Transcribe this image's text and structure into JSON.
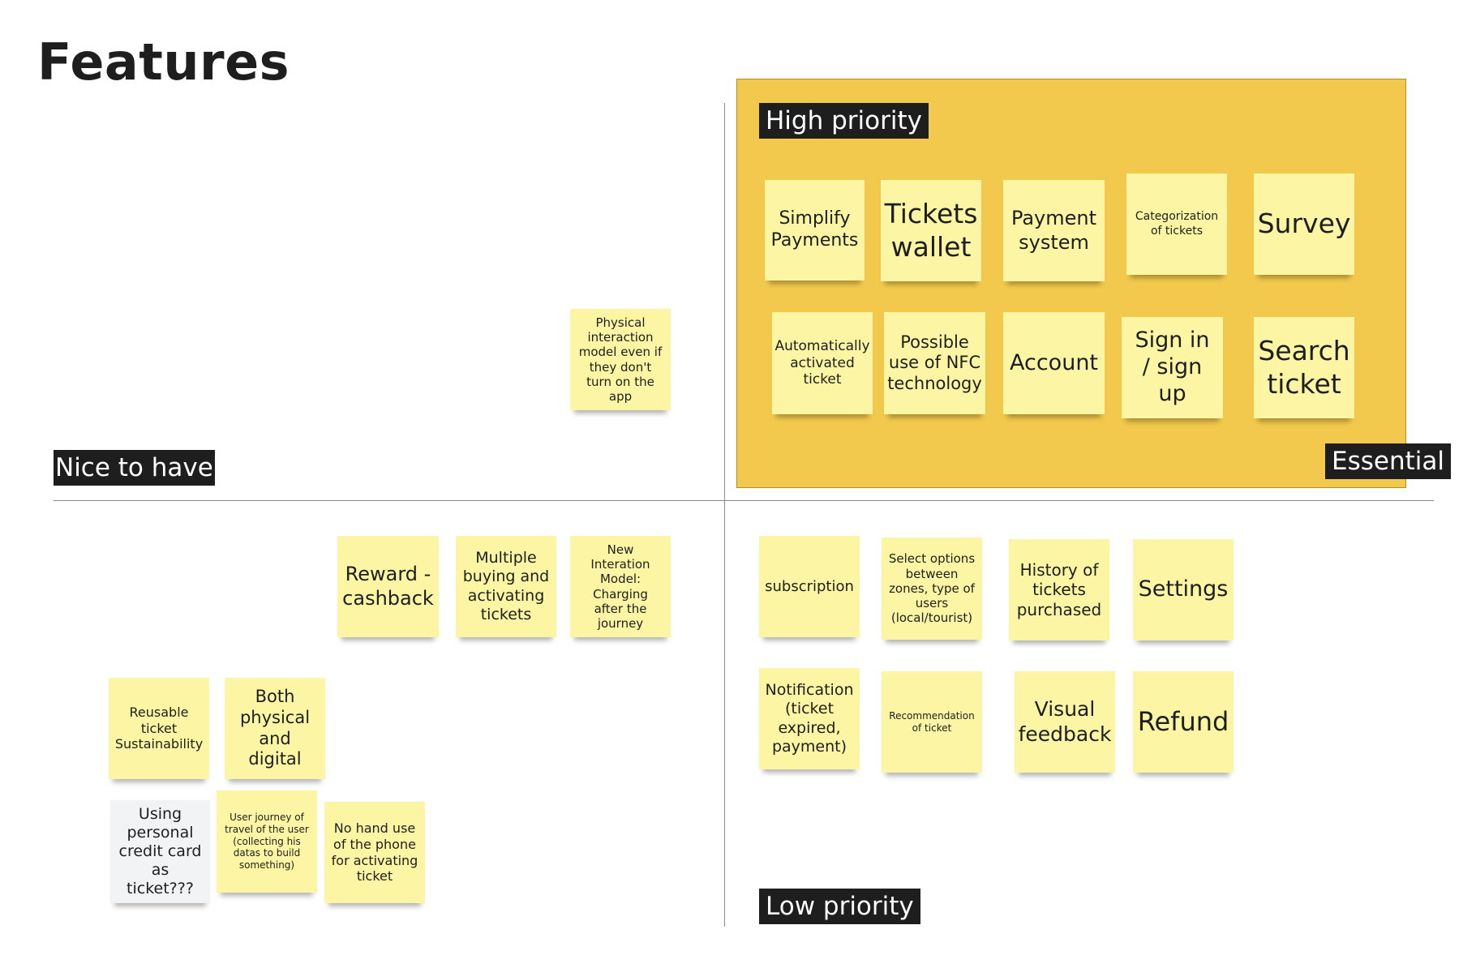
{
  "board": {
    "title": "Features",
    "axis_labels": {
      "high_priority": "High priority",
      "low_priority": "Low priority",
      "nice_to_have": "Nice to have",
      "essential": "Essential"
    }
  },
  "notes": {
    "simplify_payments": "Simplify Payments",
    "tickets_wallet": "Tickets wallet",
    "payment_system": "Payment system",
    "categorization_of_tickets": "Categorization of tickets",
    "survey": "Survey",
    "automatically_activated_ticket": "Automatically activated ticket",
    "possible_use_of_nfc": "Possible use of NFC technology",
    "account": "Account",
    "sign_in_sign_up": "Sign in / sign up",
    "search_ticket": "Search ticket",
    "physical_interaction_model": "Physical interaction model even if they don't turn on the app",
    "reward_cashback": "Reward - cashback",
    "multiple_buying": "Multiple buying and activating tickets",
    "new_interaction_model": "New Interation Model: Charging after the journey",
    "reusable_ticket": "Reusable ticket Sustainability",
    "both_physical_digital": "Both physical and digital",
    "personal_credit_card": "Using personal credit card as ticket???",
    "user_journey": "User journey  of travel of the user (collecting his datas to build something)",
    "no_hand_use": "No hand use of the phone for activating ticket",
    "subscription": "subscription",
    "select_options": "Select options between zones, type of users (local/tourist)",
    "history_of_tickets": "History of tickets purchased",
    "settings": "Settings",
    "notification": "Notification (ticket expired, payment)",
    "recommendation": "Recommendation of ticket",
    "visual_feedback": "Visual feedback",
    "refund": "Refund"
  },
  "colors": {
    "essential_area": "#f2c94c",
    "sticky_yellow": "#fcf6a4",
    "sticky_grey": "#f1f3f4",
    "label_background": "#1e1e1e",
    "label_text": "#ffffff"
  }
}
